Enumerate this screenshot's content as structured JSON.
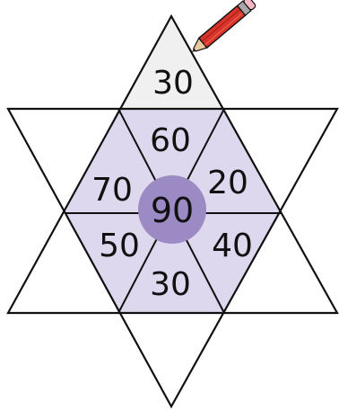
{
  "colors": {
    "background": "#ffffff",
    "outline": "#111111",
    "hexagon_fill": "#ddd8ee",
    "top_triangle_fill": "#f0f0f0",
    "center_circle": "#9b8ac4",
    "pencil_body": "#d8342a",
    "pencil_band": "#a8a8a8",
    "pencil_wood": "#e8c9a0"
  },
  "icons": {
    "pencil": "pencil-icon"
  },
  "puzzle": {
    "center_value": "90",
    "top_point_value": "30",
    "inner_values": {
      "top": "60",
      "upper_left": "70",
      "upper_right": "20",
      "lower_left": "50",
      "lower_right": "40",
      "bottom": "30"
    }
  }
}
